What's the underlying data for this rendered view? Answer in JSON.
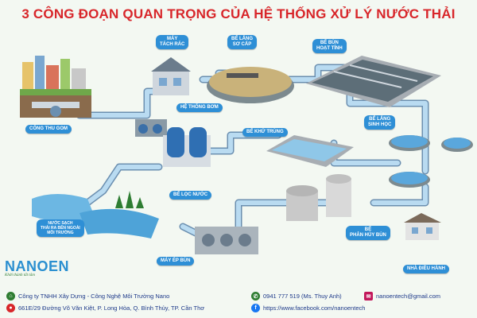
{
  "title": "3 CÔNG ĐOẠN QUAN TRỌNG CỦA HỆ THỐNG XỬ LÝ NƯỚC THẢI",
  "stages": {
    "cong_thu_gom": "CỐNG THU GOM",
    "may_tach_rac_1": "MÁY",
    "may_tach_rac_2": "TÁCH RÁC",
    "he_thong_bom": "HỆ THỐNG BƠM",
    "be_lang_so_cap_1": "BỂ LẮNG",
    "be_lang_so_cap_2": "SƠ CẤP",
    "be_bun_hoat_tinh_1": "BỂ BÙN",
    "be_bun_hoat_tinh_2": "HOẠT TÍNH",
    "be_khu_trung": "BỂ KHỬ TRÙNG",
    "be_lang_sinh_hoc_1": "BỂ LẮNG",
    "be_lang_sinh_hoc_2": "SINH HỌC",
    "be_loc_nuoc": "BỂ LỌC NƯỚC",
    "nuoc_sach_1": "NƯỚC SẠCH",
    "nuoc_sach_2": "THẢI RA BÊN NGOÀI",
    "nuoc_sach_3": "MÔI TRƯỜNG",
    "be_phan_huy_bun_1": "BỂ",
    "be_phan_huy_bun_2": "PHÂN HỦY BÙN",
    "may_ep_bun": "MÁY ÉP BÙN",
    "nha_dieu_hanh": "NHÀ ĐIỀU HÀNH"
  },
  "logo": {
    "name": "NANOEN",
    "tagline": "Khởi thành tất tâm"
  },
  "footer": {
    "company": "Công ty TNHH Xây Dựng - Công Nghệ Môi Trường Nano",
    "address": "661E/29 Đường Võ Văn Kiệt, P. Long Hòa, Q. Bình Thủy, TP. Cần Thơ",
    "phone": "0941 777 519 (Ms. Thuy Anh)",
    "email": "nanoentech@gmail.com",
    "facebook": "https://www.facebook.com/nanoentech"
  },
  "colors": {
    "title": "#d8262a",
    "label_bg": "#2e8fd6",
    "pipe": "#b9dbf1",
    "pipe_border": "#6b8fb0"
  }
}
